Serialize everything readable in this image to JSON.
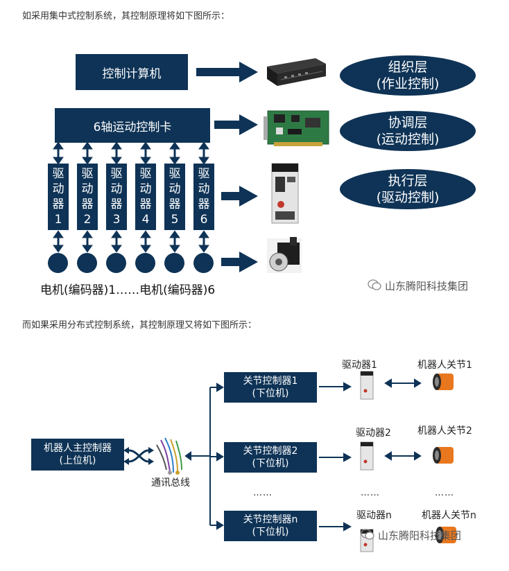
{
  "centralized": {
    "caption": "如采用集中式控制系统，其控制原理将如下图所示：",
    "computer_label": "控制计算机",
    "card_label": "6轴运动控制卡",
    "drivers": [
      {
        "l1": "驱",
        "l2": "动",
        "l3": "器",
        "l4": "1"
      },
      {
        "l1": "驱",
        "l2": "动",
        "l3": "器",
        "l4": "2"
      },
      {
        "l1": "驱",
        "l2": "动",
        "l3": "器",
        "l4": "3"
      },
      {
        "l1": "驱",
        "l2": "动",
        "l3": "器",
        "l4": "4"
      },
      {
        "l1": "驱",
        "l2": "动",
        "l3": "器",
        "l4": "5"
      },
      {
        "l1": "驱",
        "l2": "动",
        "l3": "器",
        "l4": "6"
      }
    ],
    "motor_caption": "电机(编码器)1……电机(编码器)6",
    "layers": [
      {
        "line1": "组织层",
        "line2": "(作业控制)"
      },
      {
        "line1": "协调层",
        "line2": "(运动控制)"
      },
      {
        "line1": "执行层",
        "line2": "(驱动控制)"
      }
    ]
  },
  "distributed": {
    "caption": "而如果采用分布式控制系统，其控制原理又将如下图所示：",
    "master_line1": "机器人主控制器",
    "master_line2": "(上位机)",
    "bus_label": "通讯总线",
    "joint_controllers": [
      {
        "line1": "关节控制器1",
        "line2": "(下位机)"
      },
      {
        "line1": "关节控制器2",
        "line2": "(下位机)"
      },
      {
        "line1": "关节控制器n",
        "line2": "(下位机)"
      }
    ],
    "drivers": [
      "驱动器1",
      "驱动器2",
      "驱动器n"
    ],
    "joints": [
      "机器人关节1",
      "机器人关节2",
      "机器人关节n"
    ],
    "ellipsis": "……"
  },
  "watermark": "山东腾阳科技集团",
  "colors": {
    "navy": "#0e3356",
    "text": "#222222"
  }
}
